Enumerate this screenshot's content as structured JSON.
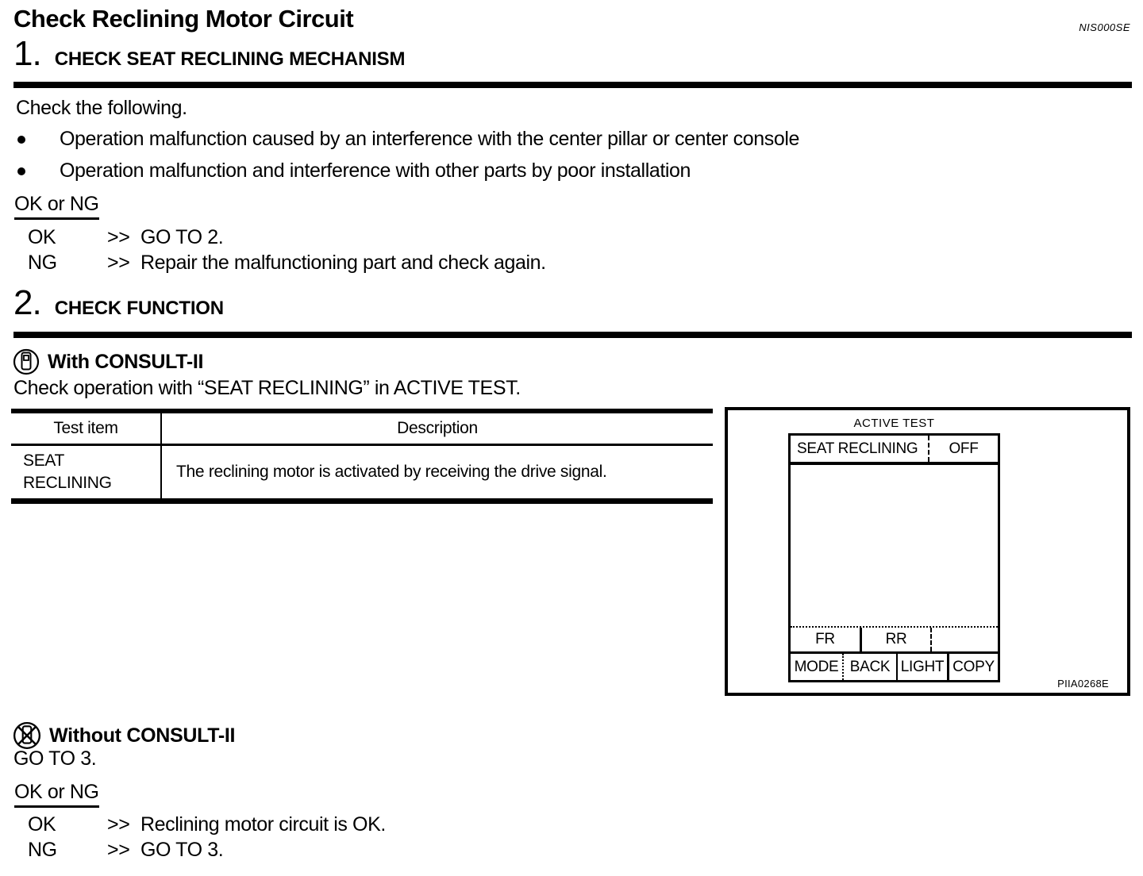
{
  "header": {
    "title": "Check Reclining Motor Circuit",
    "doc_code": "NIS000SE"
  },
  "step1": {
    "number": "1.",
    "heading": "CHECK SEAT RECLINING MECHANISM",
    "intro": "Check the following.",
    "bullets": [
      "Operation malfunction caused by an interference with the center pillar or center console",
      "Operation malfunction and interference with other parts by poor installation"
    ],
    "ok_or_ng_label": "OK or NG",
    "results": [
      {
        "label": "OK",
        "arrow": ">>",
        "text": "GO TO 2."
      },
      {
        "label": "NG",
        "arrow": ">>",
        "text": "Repair the malfunctioning part and check again."
      }
    ]
  },
  "step2": {
    "number": "2.",
    "heading": "CHECK FUNCTION",
    "with_consult_label": "With CONSULT-II",
    "with_consult_instruction": "Check operation with “SEAT RECLINING” in ACTIVE TEST.",
    "table": {
      "col1_header": "Test item",
      "col2_header": "Description",
      "row": {
        "test_item": "SEAT RECLINING",
        "description": "The reclining motor is activated by receiving the drive signal."
      }
    },
    "consult_screen": {
      "title": "ACTIVE TEST",
      "item_name": "SEAT RECLINING",
      "item_status": "OFF",
      "fr_button": "FR",
      "rr_button": "RR",
      "mode_button": "MODE",
      "back_button": "BACK",
      "light_button": "LIGHT",
      "copy_button": "COPY",
      "figure_code": "PIIA0268E"
    },
    "without_consult_label": "Without CONSULT-II",
    "without_consult_instruction": "GO TO 3.",
    "ok_or_ng_label": "OK or NG",
    "results": [
      {
        "label": "OK",
        "arrow": ">>",
        "text": "Reclining motor circuit is OK."
      },
      {
        "label": "NG",
        "arrow": ">>",
        "text": "GO TO 3."
      }
    ]
  },
  "colors": {
    "text": "#000000",
    "background": "#ffffff"
  }
}
